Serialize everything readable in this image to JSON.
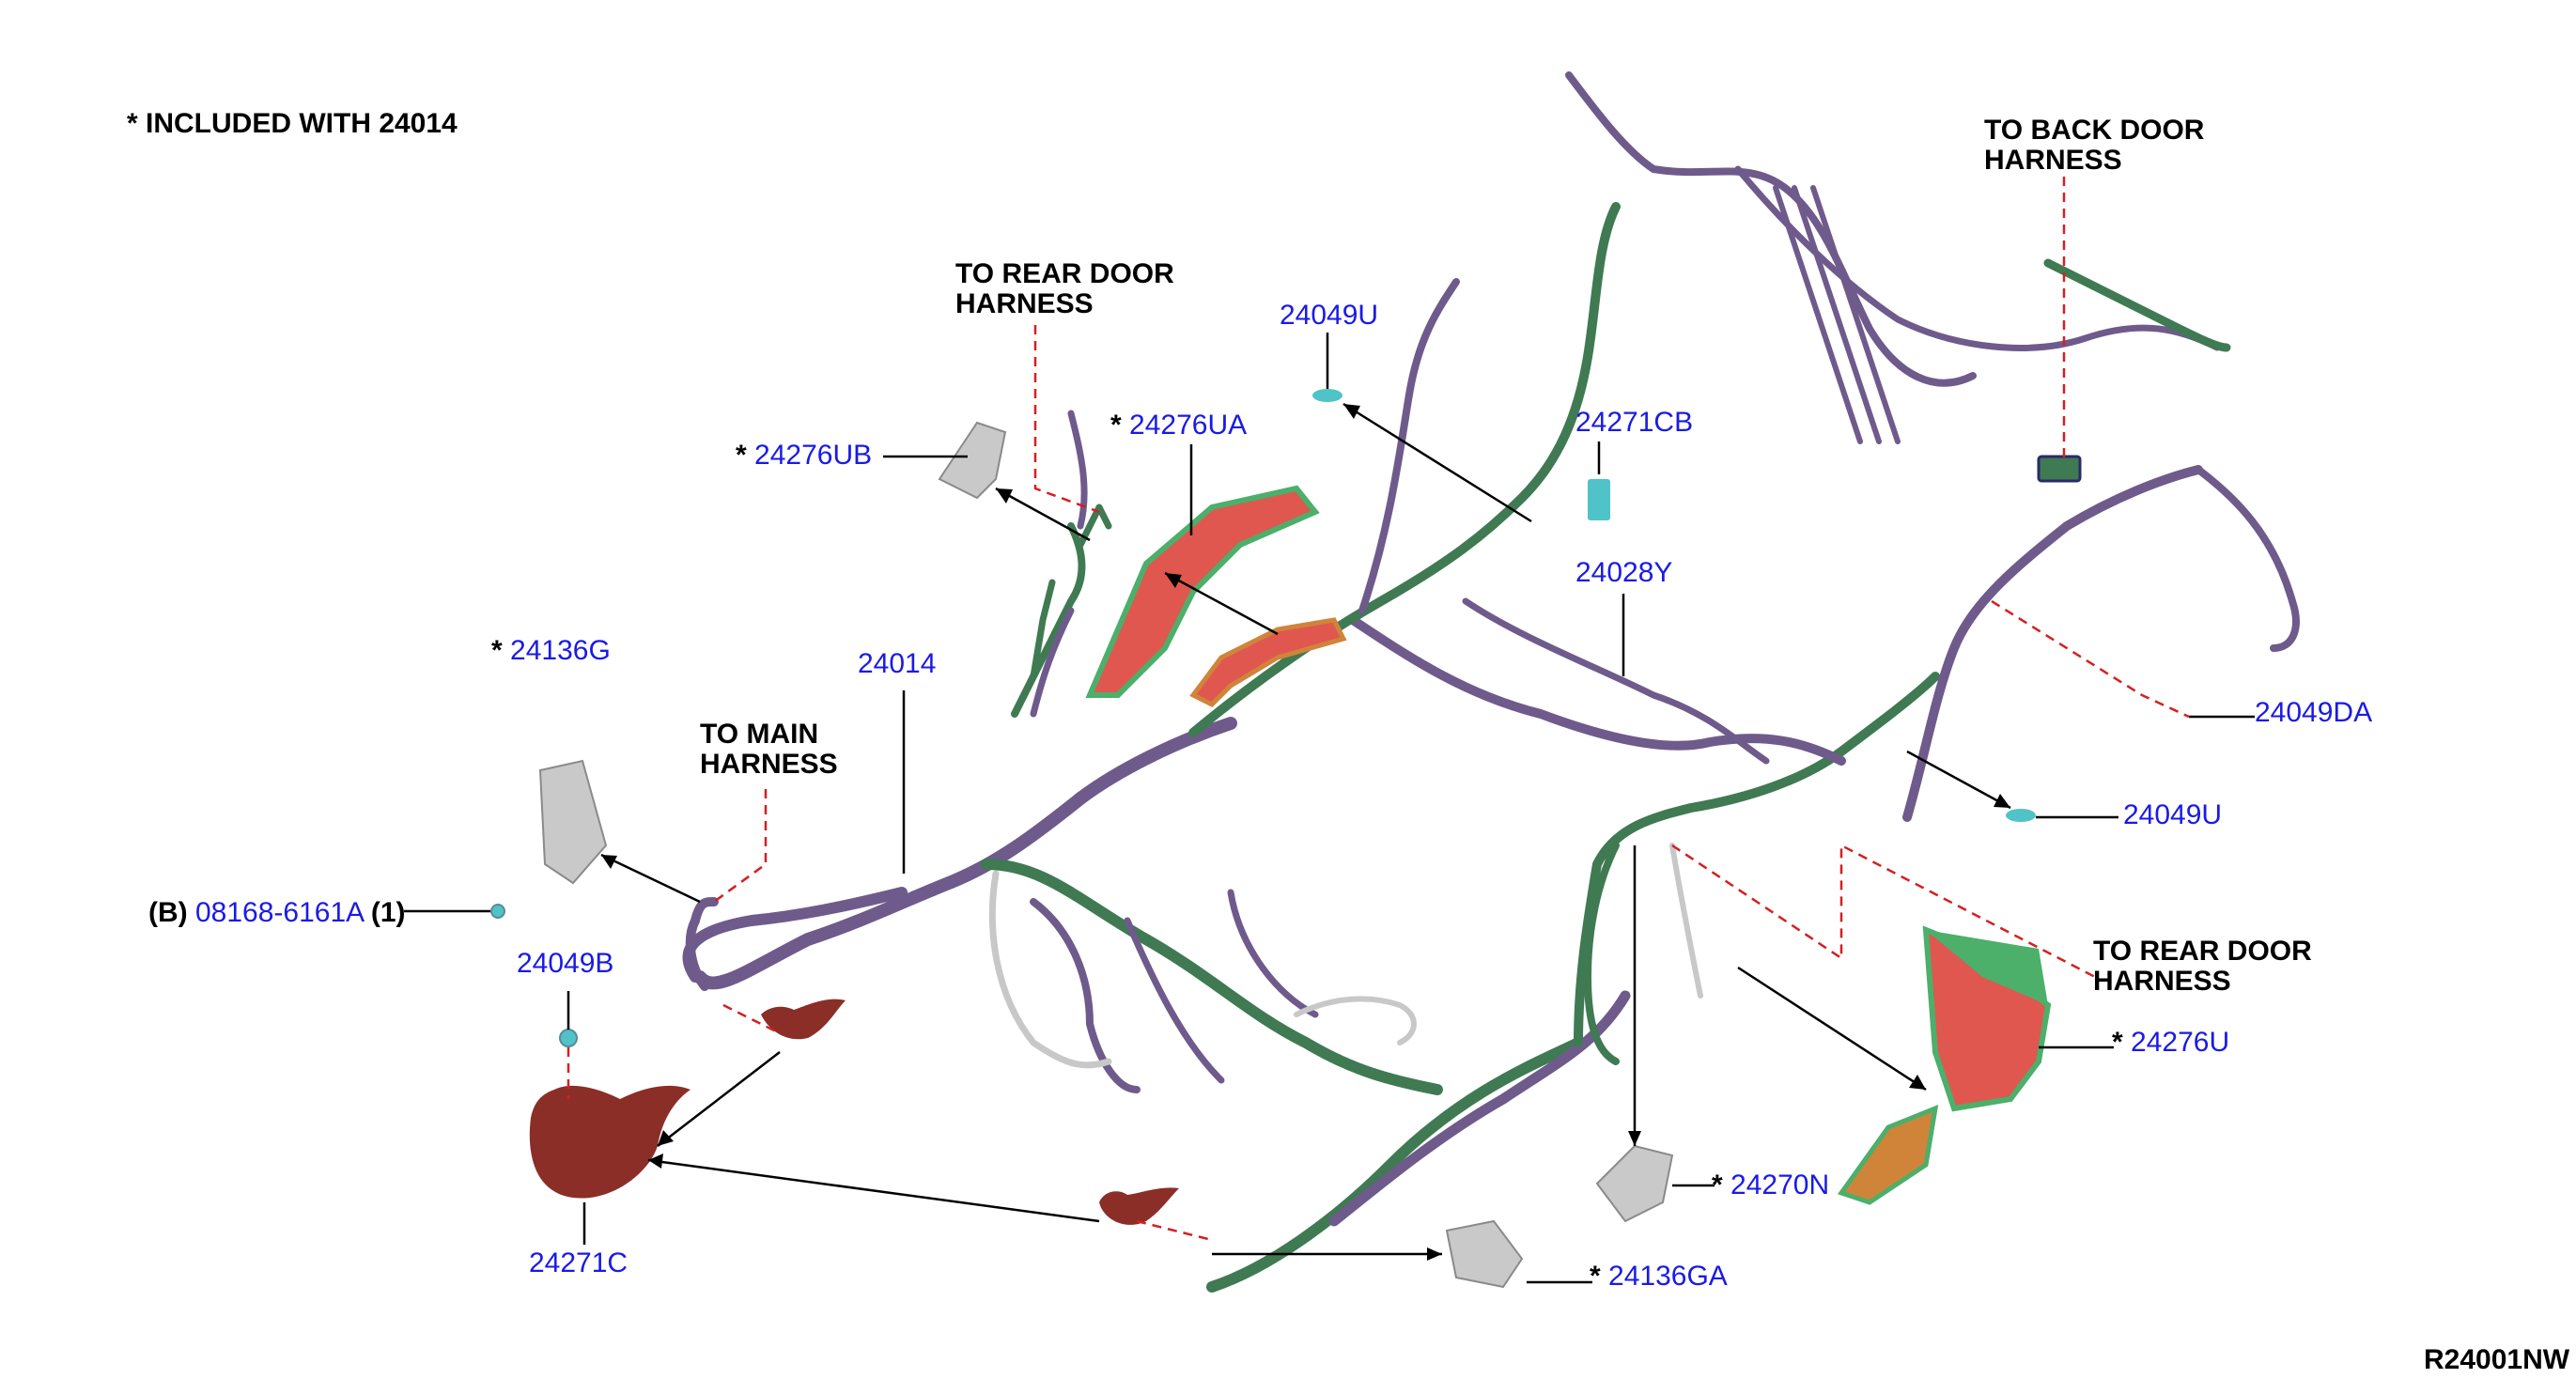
{
  "header": {
    "note": "* INCLUDED WITH 24014"
  },
  "footer": {
    "diagram_code": "R24001NW"
  },
  "callouts": [
    {
      "part": "24049U",
      "star": false
    },
    {
      "part": "24276UA",
      "star": true
    },
    {
      "part": "24276UB",
      "star": true
    },
    {
      "part": "24271CB",
      "star": false
    },
    {
      "part": "24028Y",
      "star": false
    },
    {
      "part": "24136G",
      "star": true
    },
    {
      "part": "24014",
      "star": false
    },
    {
      "part": "08168-6161A",
      "star": false,
      "prefix": "(B)",
      "suffix": "(1)"
    },
    {
      "part": "24049B",
      "star": false
    },
    {
      "part": "24271C",
      "star": false
    },
    {
      "part": "24049DA",
      "star": false
    },
    {
      "part": "24049U",
      "star": false
    },
    {
      "part": "24276U",
      "star": true
    },
    {
      "part": "24270N",
      "star": true
    },
    {
      "part": "24136GA",
      "star": true
    }
  ],
  "harness_labels": {
    "rear_door_top": [
      "TO REAR DOOR",
      "HARNESS"
    ],
    "back_door": [
      "TO BACK DOOR",
      "HARNESS"
    ],
    "main": [
      "TO MAIN",
      "HARNESS"
    ],
    "rear_door_bottom": [
      "TO REAR DOOR",
      "HARNESS"
    ]
  },
  "colors": {
    "harness_purple": "#6f5a8c",
    "harness_green": "#3f7a52",
    "insulator_red": "#8b2e28",
    "protector_red": "#e0574f",
    "protector_green": "#4caf6a",
    "protector_orange": "#d0843a",
    "clip_teal": "#4fc3c8",
    "bracket_grey": "#c9c9c9",
    "part_number_blue": "#1a1ae6",
    "leader_red": "#d42020"
  }
}
